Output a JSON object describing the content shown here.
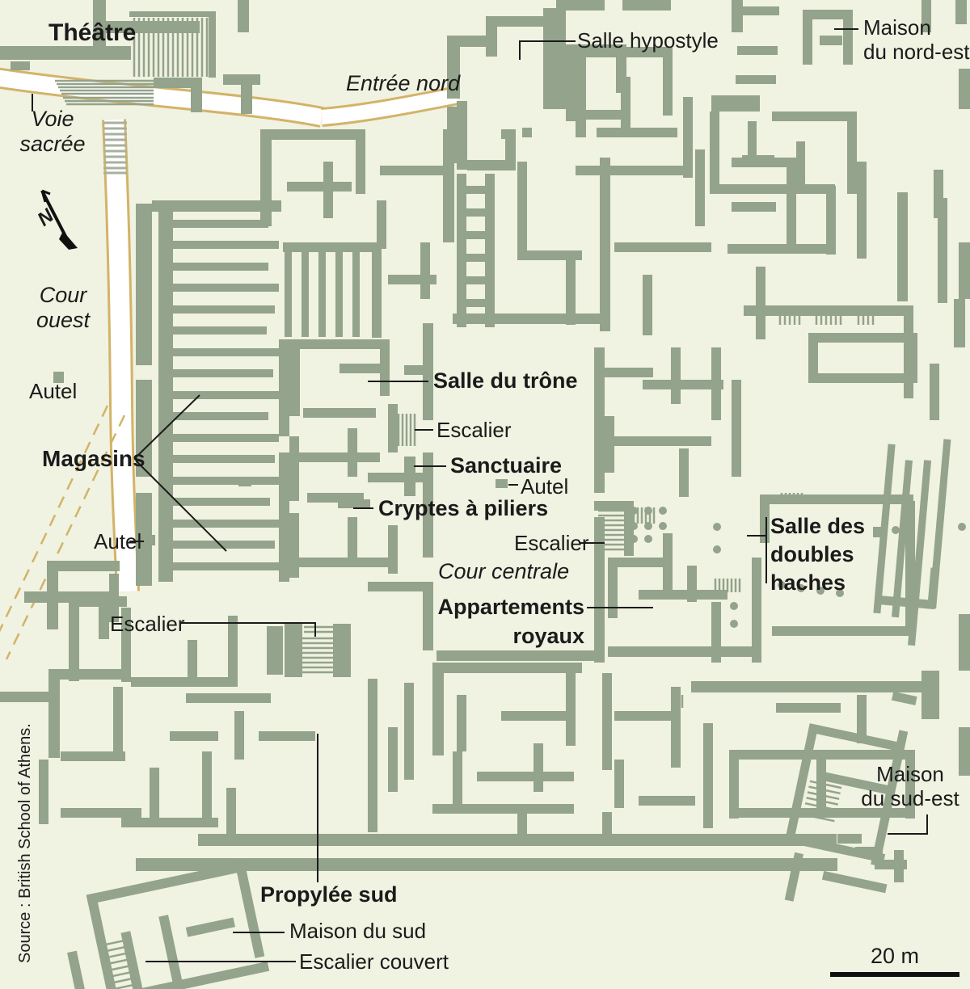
{
  "map": {
    "colors": {
      "background": "#f0f2e2",
      "wall": "#94a38b",
      "road_edge": "#d3b368",
      "road_fill": "#ffffff",
      "text": "#1b1b1b",
      "scale_bar": "#111111"
    },
    "labels": {
      "theatre": {
        "text": "Théâtre"
      },
      "voie_sacree": {
        "line1": "Voie",
        "line2": "sacrée"
      },
      "entree_nord": {
        "text": "Entrée nord"
      },
      "salle_hypostyle": {
        "text": "Salle hypostyle"
      },
      "maison_nord_est": {
        "line1": "Maison",
        "line2": "du nord-est"
      },
      "cour_ouest": {
        "line1": "Cour",
        "line2": "ouest"
      },
      "autel_ouest": {
        "text": "Autel"
      },
      "magasins": {
        "text": "Magasins"
      },
      "autel_mid": {
        "text": "Autel"
      },
      "salle_du_trone": {
        "text": "Salle du trône"
      },
      "escalier_centre": {
        "text": "Escalier"
      },
      "sanctuaire": {
        "text": "Sanctuaire"
      },
      "autel_centre": {
        "text": "Autel"
      },
      "cryptes": {
        "text": "Cryptes à piliers"
      },
      "escalier_est": {
        "text": "Escalier"
      },
      "cour_centrale": {
        "text": "Cour centrale"
      },
      "doubles_haches": {
        "line1": "Salle des",
        "line2": "doubles",
        "line3": "haches"
      },
      "appartements": {
        "line1": "Appartements",
        "line2": "royaux"
      },
      "escalier_ouest": {
        "text": "Escalier"
      },
      "propylee_sud": {
        "text": "Propylée sud"
      },
      "maison_sud": {
        "text": "Maison du sud"
      },
      "escalier_couvert": {
        "text": "Escalier couvert"
      },
      "maison_sud_est": {
        "line1": "Maison",
        "line2": "du sud-est"
      }
    },
    "north": {
      "letter": "N"
    },
    "scale": {
      "label": "20 m"
    },
    "source": {
      "text": "Source : British School of Athens."
    }
  }
}
